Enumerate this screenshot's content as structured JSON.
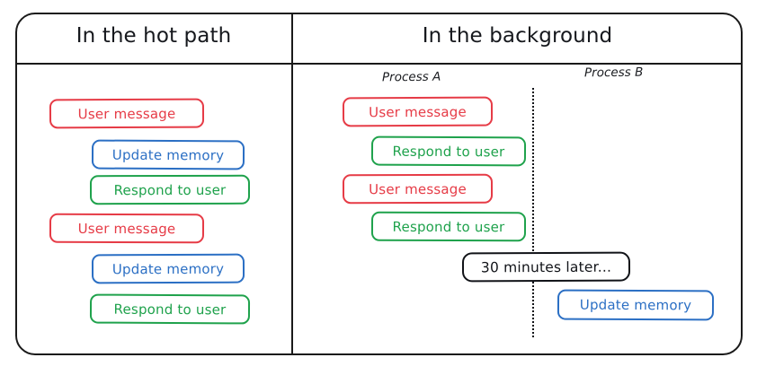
{
  "diagram": {
    "title_left": "In the hot path",
    "title_right": "In the background",
    "colors": {
      "red": "#e63b46",
      "blue": "#2b6fc4",
      "green": "#1fa24c",
      "black": "#111318"
    }
  },
  "left_panel": {
    "heading": "In the hot path",
    "steps": [
      {
        "label": "User message",
        "color": "red"
      },
      {
        "label": "Update memory",
        "color": "blue"
      },
      {
        "label": "Respond to user",
        "color": "green"
      },
      {
        "label": "User message",
        "color": "red"
      },
      {
        "label": "Update memory",
        "color": "blue"
      },
      {
        "label": "Respond to user",
        "color": "green"
      }
    ]
  },
  "right_panel": {
    "heading": "In the background",
    "process_a_label": "Process A",
    "process_b_label": "Process B",
    "process_a_steps": [
      {
        "label": "User message",
        "color": "red"
      },
      {
        "label": "Respond to user",
        "color": "green"
      },
      {
        "label": "User message",
        "color": "red"
      },
      {
        "label": "Respond to user",
        "color": "green"
      }
    ],
    "time_marker": "30 minutes later...",
    "process_b_steps": [
      {
        "label": "Update memory",
        "color": "blue"
      }
    ]
  }
}
